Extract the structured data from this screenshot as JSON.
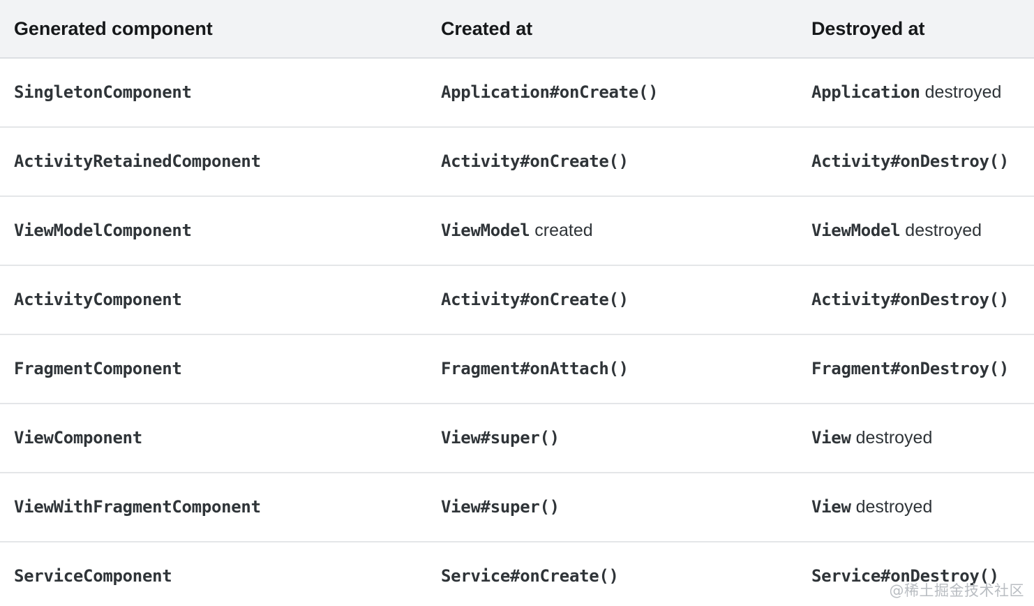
{
  "table": {
    "headers": [
      "Generated component",
      "Created at",
      "Destroyed at"
    ],
    "rows": [
      {
        "component": "SingletonComponent",
        "created_mono": "Application#onCreate()",
        "created_plain": "",
        "destroyed_mono": "Application",
        "destroyed_plain": "destroyed"
      },
      {
        "component": "ActivityRetainedComponent",
        "created_mono": "Activity#onCreate()",
        "created_plain": "",
        "destroyed_mono": "Activity#onDestroy()",
        "destroyed_plain": ""
      },
      {
        "component": "ViewModelComponent",
        "created_mono": "ViewModel",
        "created_plain": "created",
        "destroyed_mono": "ViewModel",
        "destroyed_plain": "destroyed"
      },
      {
        "component": "ActivityComponent",
        "created_mono": "Activity#onCreate()",
        "created_plain": "",
        "destroyed_mono": "Activity#onDestroy()",
        "destroyed_plain": ""
      },
      {
        "component": "FragmentComponent",
        "created_mono": "Fragment#onAttach()",
        "created_plain": "",
        "destroyed_mono": "Fragment#onDestroy()",
        "destroyed_plain": ""
      },
      {
        "component": "ViewComponent",
        "created_mono": "View#super()",
        "created_plain": "",
        "destroyed_mono": "View",
        "destroyed_plain": "destroyed"
      },
      {
        "component": "ViewWithFragmentComponent",
        "created_mono": "View#super()",
        "created_plain": "",
        "destroyed_mono": "View",
        "destroyed_plain": "destroyed"
      },
      {
        "component": "ServiceComponent",
        "created_mono": "Service#onCreate()",
        "created_plain": "",
        "destroyed_mono": "Service#onDestroy()",
        "destroyed_plain": ""
      }
    ]
  },
  "watermark": {
    "text": "@稀土掘金技术社区"
  },
  "colors": {
    "header_background": "#f2f3f5",
    "header_text": "#16181a",
    "body_text": "#2f3438",
    "row_divider": "#e4e6e8",
    "header_divider": "#dcdfe3",
    "watermark_text": "#b9bdc2",
    "page_background": "#ffffff"
  }
}
